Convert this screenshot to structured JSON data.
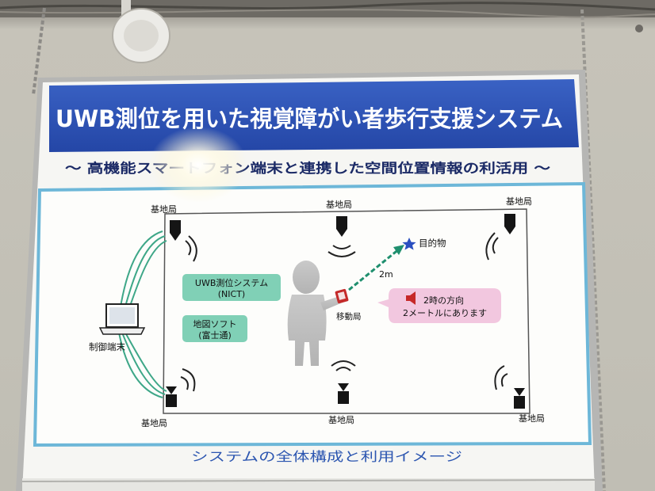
{
  "poster": {
    "title": "UWB測位を用いた視覚障がい者歩行支援システム",
    "subtitle": "～ 高機能スマートフォン端末と連携した空間位置情報の利活用 ～",
    "caption": "システムの全体構成と利用イメージ"
  },
  "diagram": {
    "base_station_label": "基地局",
    "control_terminal_label": "制御端末",
    "uwb_system": [
      "UWB測位システム",
      "(NICT)"
    ],
    "map_software": [
      "地図ソフト",
      "(富士通)"
    ],
    "target_label": "目的物",
    "distance_label": "2m",
    "mobile_station_label": "移動局",
    "speech": [
      "2時の方向",
      "2メートルにあります"
    ]
  },
  "colors": {
    "title_band": "#2e55b8",
    "panel_border": "#63b3d6",
    "green_box": "#7fcfb6",
    "pink_bubble": "#f1c6df",
    "arrow": "#1f8f6e",
    "target_star": "#2a4fc0"
  }
}
